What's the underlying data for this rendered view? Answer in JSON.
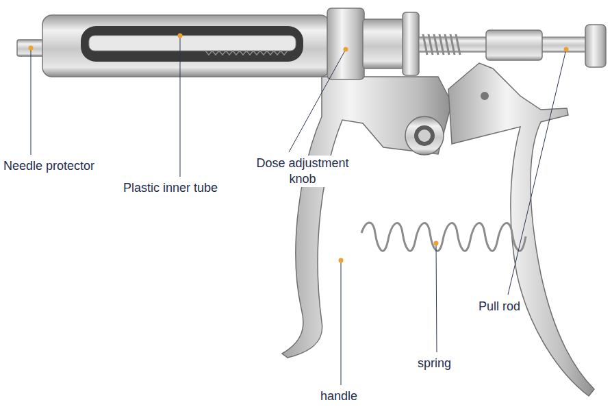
{
  "diagram": {
    "labels": [
      "Needle protector",
      "Plastic inner tube",
      "Dose adjustment knob",
      "Pull rod",
      "spring",
      "handle"
    ]
  }
}
